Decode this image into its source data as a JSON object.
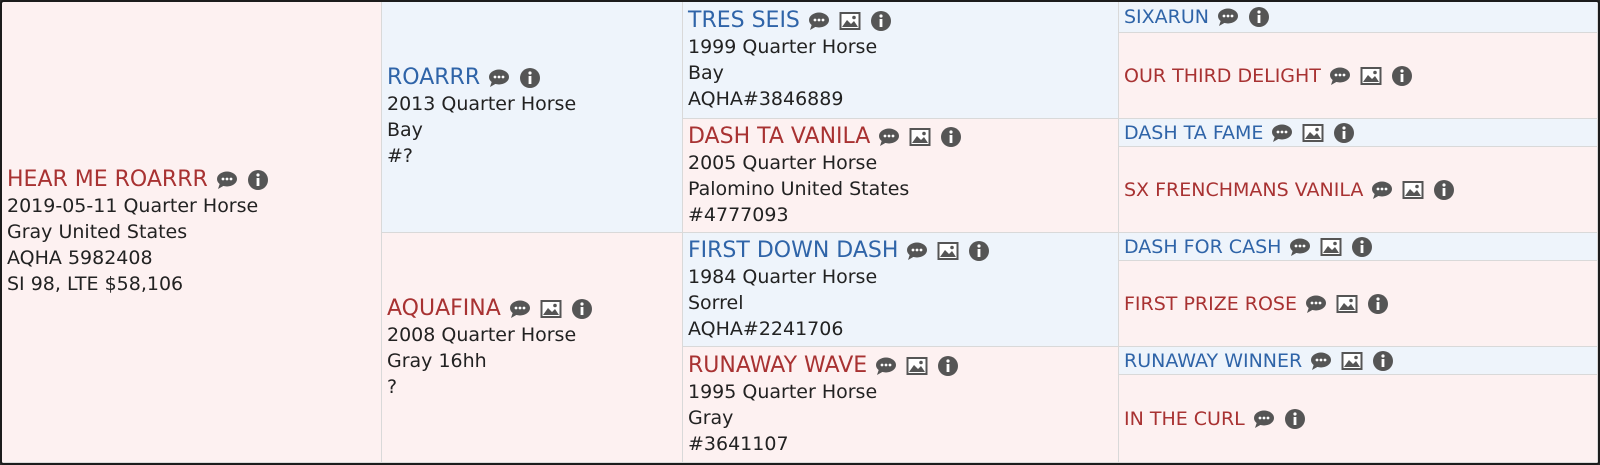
{
  "subject": {
    "name": "HEAR ME ROARRR",
    "lines": [
      "2019-05-11 Quarter Horse",
      "Gray United States",
      "AQHA 5982408",
      "SI 98, LTE $58,106"
    ]
  },
  "sire": {
    "name": "ROARRR",
    "lines": [
      "2013 Quarter Horse",
      "Bay",
      "#?"
    ]
  },
  "dam": {
    "name": "AQUAFINA",
    "lines": [
      "2008 Quarter Horse",
      "Gray 16hh",
      "?"
    ]
  },
  "sire_sire": {
    "name": "TRES SEIS",
    "lines": [
      "1999 Quarter Horse",
      "Bay",
      "AQHA#3846889"
    ]
  },
  "sire_dam": {
    "name": "DASH TA VANILA",
    "lines": [
      "2005 Quarter Horse",
      "Palomino United States",
      "#4777093"
    ]
  },
  "dam_sire": {
    "name": "FIRST DOWN DASH",
    "lines": [
      "1984 Quarter Horse",
      "Sorrel",
      "AQHA#2241706"
    ]
  },
  "dam_dam": {
    "name": "RUNAWAY WAVE",
    "lines": [
      "1995 Quarter Horse",
      "Gray",
      "#3641107"
    ]
  },
  "ggp": [
    {
      "name": "SIXARUN"
    },
    {
      "name": "OUR THIRD DELIGHT"
    },
    {
      "name": "DASH TA FAME"
    },
    {
      "name": "SX FRENCHMANS VANILA"
    },
    {
      "name": "DASH FOR CASH"
    },
    {
      "name": "FIRST PRIZE ROSE"
    },
    {
      "name": "RUNAWAY WINNER"
    },
    {
      "name": "IN THE CURL"
    }
  ],
  "icons": {
    "comment": "comment-icon",
    "photo": "photo-icon",
    "info": "info-icon"
  },
  "colors": {
    "female_name": "#a83232",
    "male_name": "#2f64a8",
    "female_bg": "#fdf1f1",
    "male_bg": "#eef4fb",
    "icon": "#555555"
  }
}
